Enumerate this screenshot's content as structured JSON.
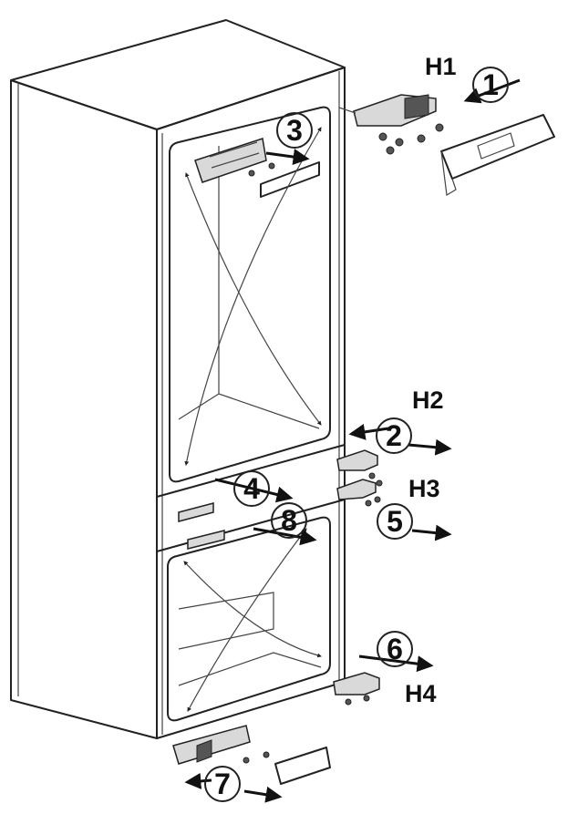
{
  "labels": {
    "h1": "H1",
    "h2": "H2",
    "h3": "H3",
    "h4": "H4"
  },
  "steps": [
    "1",
    "2",
    "3",
    "4",
    "5",
    "6",
    "7",
    "8"
  ],
  "colors": {
    "line": "#222222",
    "background": "#ffffff"
  }
}
